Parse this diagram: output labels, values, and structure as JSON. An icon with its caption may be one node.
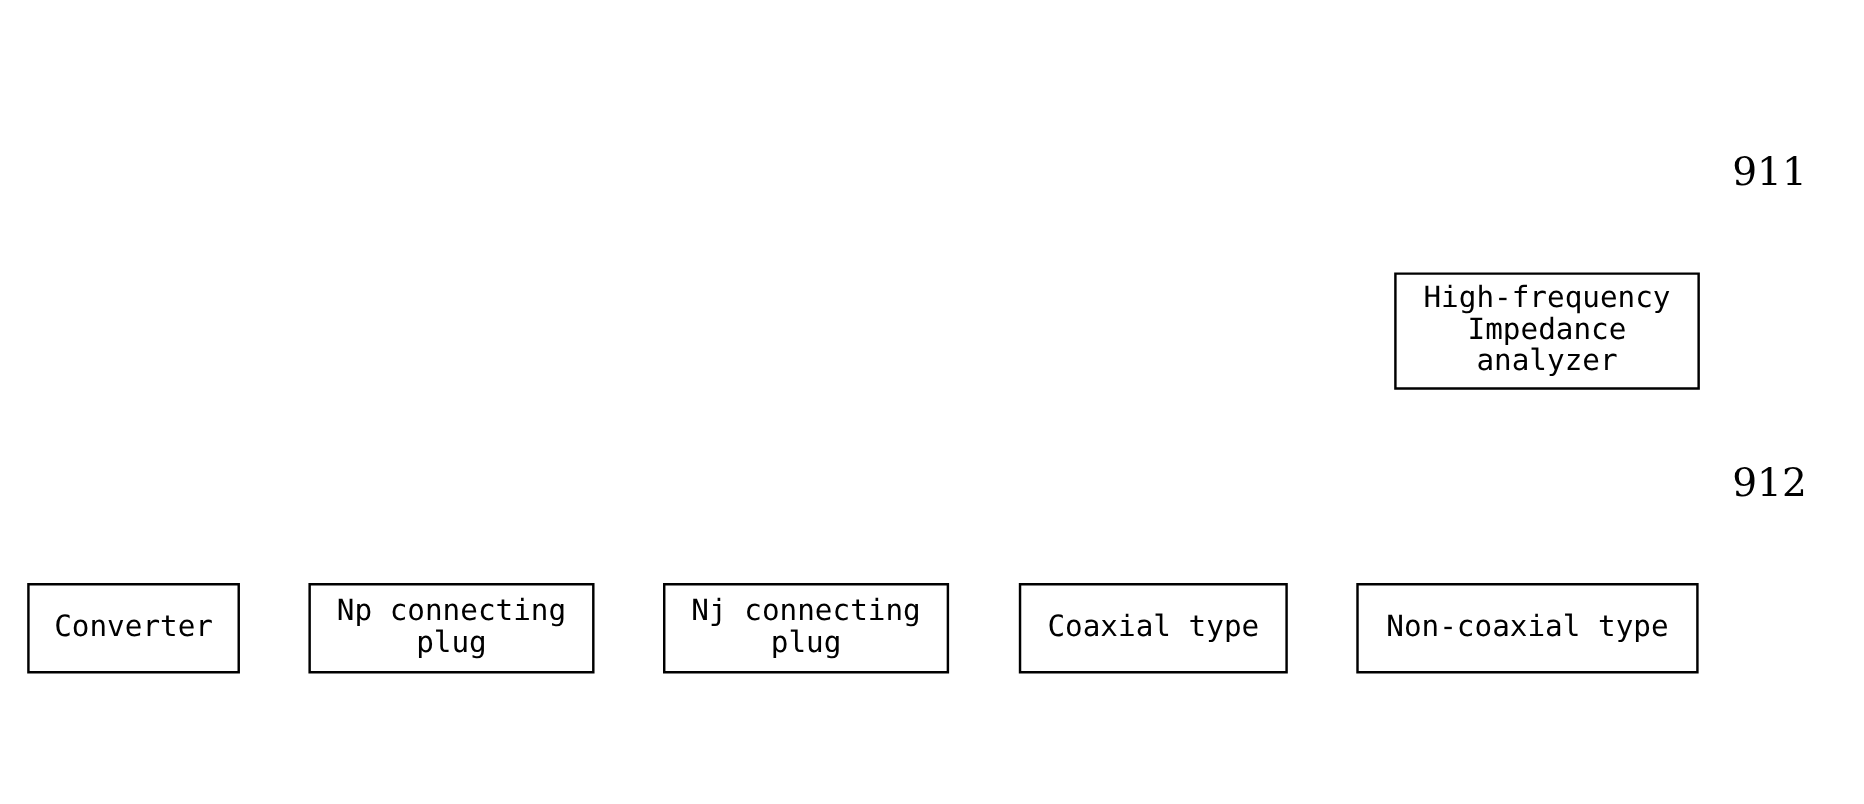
{
  "diagram": {
    "nodes": [
      {
        "text": [
          "High-frequency Impedance analyzer"
        ]
      },
      {
        "text": [
          "Converter"
        ]
      },
      {
        "text": [
          "Np connecting plug"
        ]
      },
      {
        "text": [
          "Nj connecting plug"
        ]
      },
      {
        "text": [
          "Coaxial type"
        ]
      },
      {
        "text": [
          "Non-coaxial type"
        ]
      }
    ],
    "edges": [],
    "labels": [
      "911",
      "912"
    ]
  }
}
